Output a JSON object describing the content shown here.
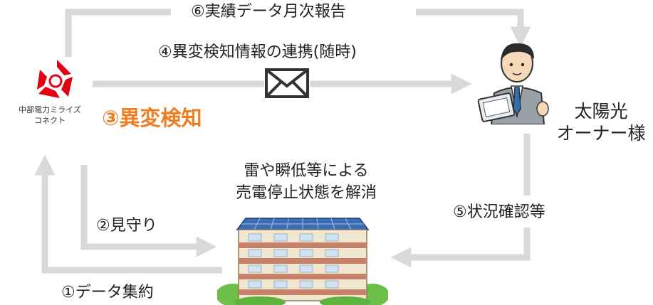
{
  "company": {
    "name_line1": "中部電力ミライズ",
    "name_line2": "コネクト"
  },
  "step3_label": "③異変検知",
  "owner": {
    "line1": "太陽光",
    "line2": "オーナー様"
  },
  "flows": {
    "step6": "⑥実績データ月次報告",
    "step4": "④異変検知情報の連携(随時)",
    "step2": "②見守り",
    "step5": "⑤状況確認等",
    "step1": "①データ集約"
  },
  "result_note": {
    "line1": "雷や瞬低等による",
    "line2": "売電停止状態を解消"
  },
  "colors": {
    "arrow": "#d9d9d9",
    "highlight": "#ef7d22",
    "logo_red": "#e60012"
  },
  "icons": [
    "logo-icon",
    "envelope-icon",
    "business-person-icon",
    "building-icon"
  ]
}
